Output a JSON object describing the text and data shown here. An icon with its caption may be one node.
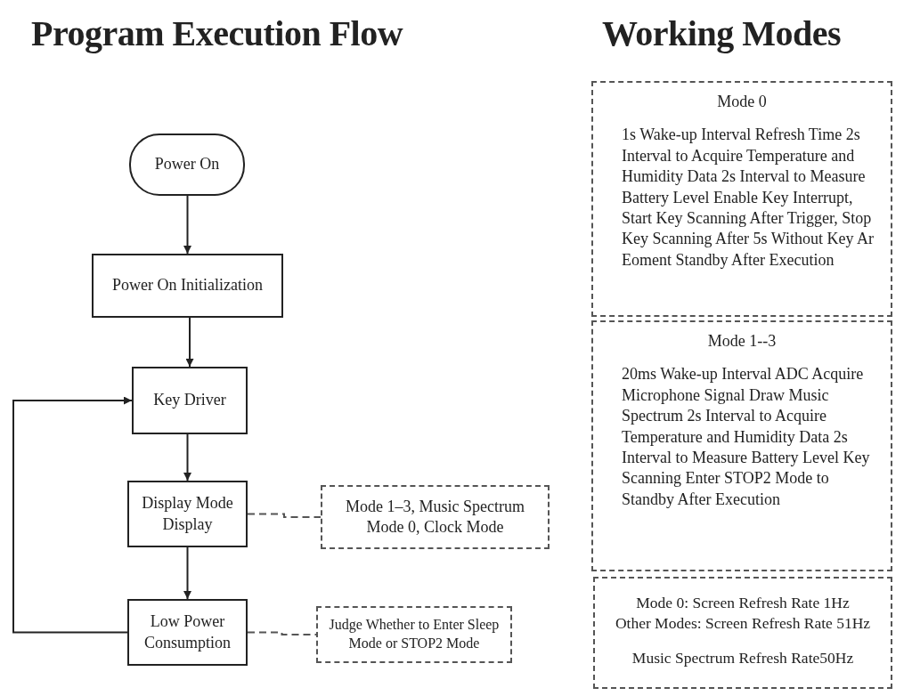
{
  "diagram": {
    "title": "Program Execution Flow",
    "nodes": [
      {
        "text": [
          "Power On"
        ]
      },
      {
        "text": [
          "Power On Initialization"
        ]
      },
      {
        "text": [
          "Key Driver"
        ]
      },
      {
        "text": [
          "Display Mode Display"
        ]
      },
      {
        "text": [
          "Low Power Consumption"
        ]
      },
      {
        "text": [
          "Mode 1–3, Music Spectrum",
          "Mode 0, Clock Mode"
        ]
      },
      {
        "text": [
          "Judge Whether to Enter Sleep Mode or STOP2 Mode"
        ]
      },
      {
        "text": [
          "Mode 0",
          "1s Wake-up Interval Refresh Time 2s Interval to Acquire Temperature and Humidity Data 2s Interval to Measure Battery Level Enable Key Interrupt, Start Key Scanning After Trigger, Stop Key Scanning After 5s Without Key Ar Eoment Standby After Execution"
        ]
      },
      {
        "text": [
          "Mode 1--3",
          "20ms Wake-up Interval ADC Acquire Microphone Signal Draw Music Spectrum 2s Interval to Acquire Temperature and Humidity Data 2s Interval to Measure Battery Level Key Scanning Enter STOP2 Mode to Standby After Execution"
        ]
      },
      {
        "text": [
          "Mode 0: Screen Refresh Rate 1Hz",
          "Other Modes: Screen Refresh Rate 51Hz",
          "Music Spectrum Refresh Rate50Hz"
        ]
      }
    ],
    "edges": [
      {
        "from": 0,
        "to": 1,
        "arrow": "to"
      },
      {
        "from": 1,
        "to": 2,
        "arrow": "to"
      },
      {
        "from": 2,
        "to": 3,
        "arrow": "to"
      },
      {
        "from": 3,
        "to": 4,
        "arrow": "to"
      },
      {
        "from": 4,
        "to": 2,
        "arrow": "to"
      },
      {
        "from": 3,
        "to": 5,
        "arrow": "none",
        "style": "dashed"
      },
      {
        "from": 4,
        "to": 6,
        "arrow": "none",
        "style": "dashed"
      }
    ],
    "labels": [
      "Working Modes"
    ]
  }
}
